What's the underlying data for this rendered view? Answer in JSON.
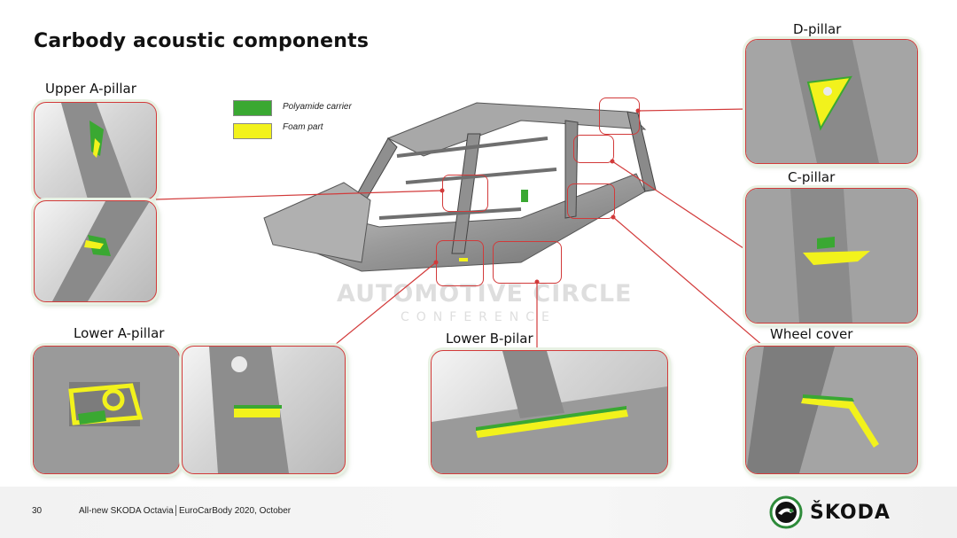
{
  "slide": {
    "title": "Carbody acoustic components",
    "labels": {
      "upper_a_pillar": "Upper A-pillar",
      "lower_a_pillar": "Lower A-pillar",
      "lower_b_pillar": "Lower B-pilar",
      "d_pillar": "D-pillar",
      "c_pillar": "C-pillar",
      "wheel_cover": "Wheel cover"
    },
    "legend": [
      {
        "text": "Polyamide carrier",
        "color": "#3aa832"
      },
      {
        "text": "Foam part",
        "color": "#f2f21c"
      }
    ],
    "watermark": {
      "line1": "AUTOMOTIVE CIRCLE",
      "line2": "CONFERENCE"
    },
    "colors": {
      "accent_red": "#d23a3a",
      "carrier_green": "#3aa832",
      "foam_yellow": "#f2f21c"
    }
  },
  "footer": {
    "page": "30",
    "text": "All-new SKODA Octavia│EuroCarBody 2020, October",
    "brand": "ŠKODA",
    "logo_icon": "skoda-winged-arrow-icon"
  }
}
